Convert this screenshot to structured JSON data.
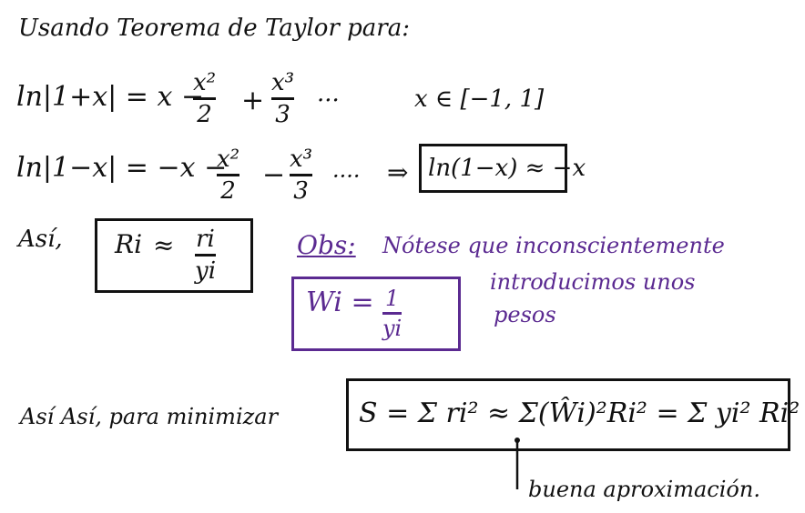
{
  "title": "Usando Teorema de Taylor para:",
  "line1": {
    "lhs": "ln|1+x| = x −",
    "frac1_num": "x²",
    "frac1_den": "2",
    "plus": "+",
    "frac2_num": "x³",
    "frac2_den": "3",
    "dots": "···",
    "domain": "x ∈ [−1, 1]"
  },
  "line2": {
    "lhs": "ln|1−x| = −x −",
    "frac1_num": "x²",
    "frac1_den": "2",
    "minus": "−",
    "frac2_num": "x³",
    "frac2_den": "3",
    "dots": "····",
    "implies": "⇒",
    "boxed": "ln(1−x) ≈ −x"
  },
  "asi1": "Así,",
  "box_ri": {
    "lhs": "Ri",
    "approx": "≈",
    "num": "ri",
    "den": "yi"
  },
  "obs": {
    "label": "Obs:",
    "line1": "Nótese que inconscientemente",
    "line2": "introducimos unos",
    "line3": "pesos",
    "color": "#5b2a91"
  },
  "box_wi": {
    "lhs": "Wi =",
    "num": "1",
    "den": "yi"
  },
  "bottom": {
    "prefix": "Así Así, para minimizar",
    "formula": "S = Σ ri² ≈ Σ(Ŵi)²Ri² = Σ yi² Ri²",
    "annotation": "buena aproximación."
  }
}
